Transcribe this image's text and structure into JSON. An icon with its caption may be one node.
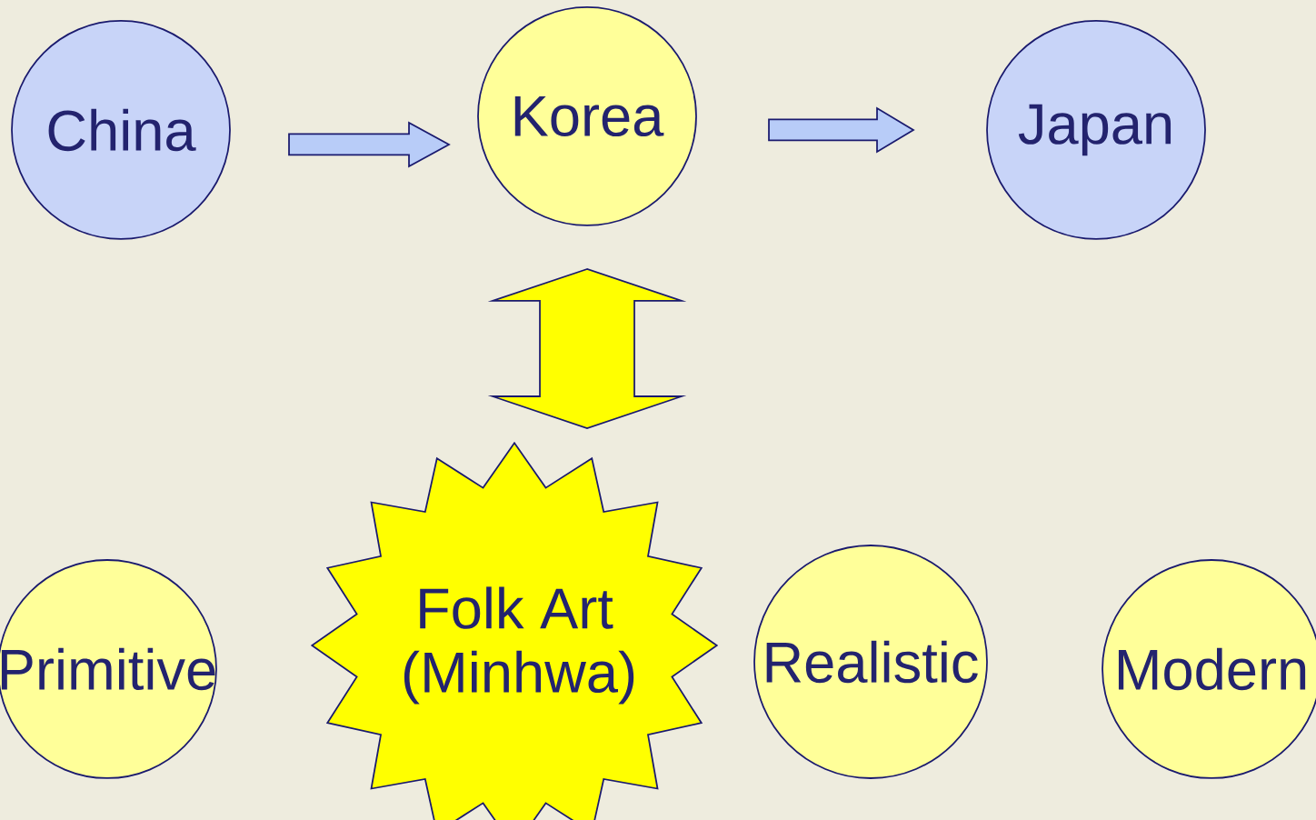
{
  "diagram": {
    "nodes": [
      {
        "text": [
          "China"
        ]
      },
      {
        "text": [
          "Korea"
        ]
      },
      {
        "text": [
          "Japan"
        ]
      },
      {
        "text": [
          "Primitive"
        ]
      },
      {
        "text": [
          "Folk Art (Minhwa)"
        ]
      },
      {
        "text": [
          "Realistic"
        ]
      },
      {
        "text": [
          "Modern"
        ]
      }
    ],
    "edges": [
      {
        "from": 0,
        "to": 1,
        "arrow": "to"
      },
      {
        "from": 1,
        "to": 2,
        "arrow": "to"
      },
      {
        "from": 1,
        "to": 4,
        "arrow": "both",
        "color": "#ffff00"
      }
    ]
  }
}
